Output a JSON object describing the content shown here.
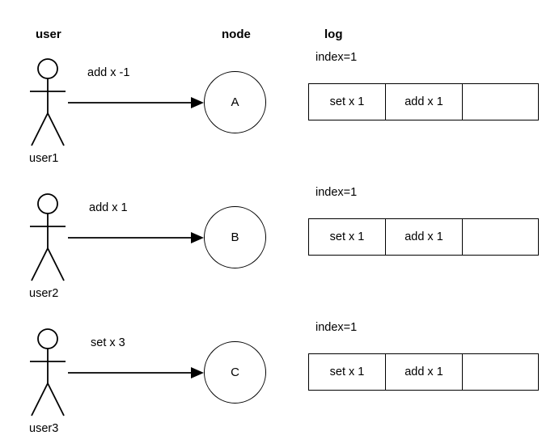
{
  "headers": {
    "user": "user",
    "node": "node",
    "log": "log"
  },
  "rows": [
    {
      "actor_label": "user1",
      "actor_icon": "stick-figure-icon",
      "message": "add x -1",
      "node": "A",
      "index_label": "index=1",
      "log_cells": [
        "set x 1",
        "add x 1",
        ""
      ]
    },
    {
      "actor_label": "user2",
      "actor_icon": "stick-figure-icon",
      "message": "add x 1",
      "node": "B",
      "index_label": "index=1",
      "log_cells": [
        "set x 1",
        "add x 1",
        ""
      ]
    },
    {
      "actor_label": "user3",
      "actor_icon": "stick-figure-icon",
      "message": "set x 3",
      "node": "C",
      "index_label": "index=1",
      "log_cells": [
        "set x 1",
        "add x 1",
        ""
      ]
    }
  ],
  "style": {
    "stroke": "#000000",
    "background": "#ffffff"
  }
}
